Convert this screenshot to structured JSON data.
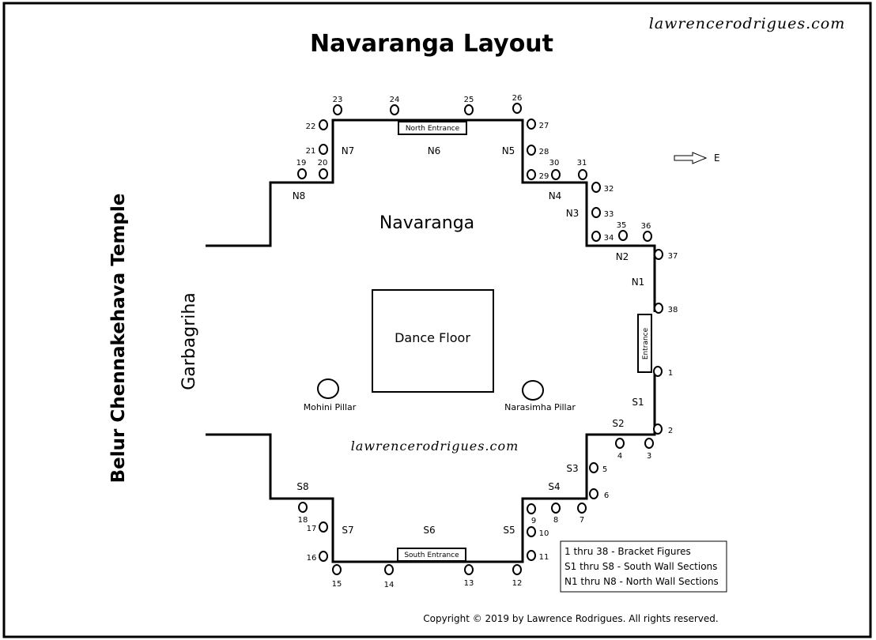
{
  "title": "Navaranga Layout",
  "watermark_top": "lawrencerodrigues.com",
  "watermark_middle": "lawrencerodrigues.com",
  "side_title": "Belur Chennakehava Temple",
  "garbagriha_label": "Garbagriha",
  "navaranga_label": "Navaranga",
  "dance_floor_label": "Dance Floor",
  "pillars": {
    "mohini": "Mohini Pillar",
    "narasimha": "Narasimha Pillar"
  },
  "entrances": {
    "north": "North Entrance",
    "south": "South Entrance",
    "east": "Entrance"
  },
  "direction": "E",
  "sections": {
    "N1": "N1",
    "N2": "N2",
    "N3": "N3",
    "N4": "N4",
    "N5": "N5",
    "N6": "N6",
    "N7": "N7",
    "N8": "N8",
    "S1": "S1",
    "S2": "S2",
    "S3": "S3",
    "S4": "S4",
    "S5": "S5",
    "S6": "S6",
    "S7": "S7",
    "S8": "S8"
  },
  "brackets": [
    "1",
    "2",
    "3",
    "4",
    "5",
    "6",
    "7",
    "8",
    "9",
    "10",
    "11",
    "12",
    "13",
    "14",
    "15",
    "16",
    "17",
    "18",
    "19",
    "20",
    "21",
    "22",
    "23",
    "24",
    "25",
    "26",
    "27",
    "28",
    "29",
    "30",
    "31",
    "32",
    "33",
    "34",
    "35",
    "36",
    "37",
    "38"
  ],
  "legend": [
    "1 thru 38 - Bracket Figures",
    "S1 thru S8 - South Wall Sections",
    "N1 thru N8 - North Wall Sections"
  ],
  "copyright": "Copyright © 2019 by Lawrence Rodrigues. All rights reserved."
}
